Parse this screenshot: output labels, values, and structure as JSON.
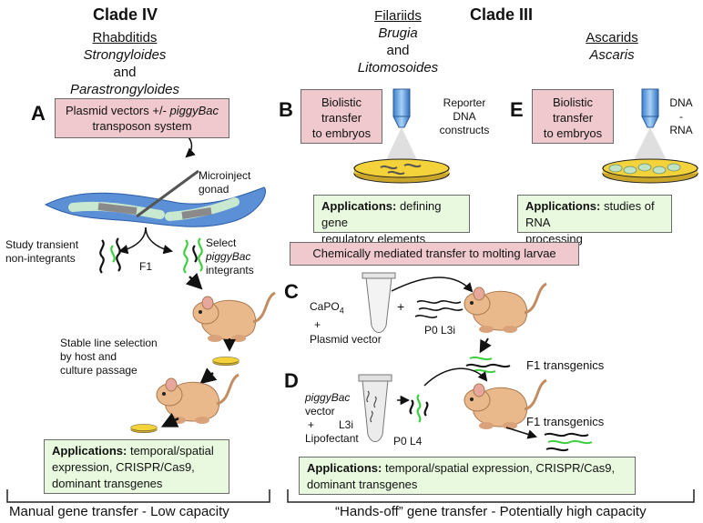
{
  "clade4": {
    "title": "Clade IV",
    "group_name": "Rhabditids",
    "genus1": "Strongyloides",
    "and": "and",
    "genus2": "Parastrongyloides"
  },
  "clade3": {
    "title": "Clade III",
    "filariids": {
      "name": "Filariids",
      "genus1": "Brugia",
      "and": "and",
      "genus2": "Litomosoides"
    },
    "ascarids": {
      "name": "Ascarids",
      "genus": "Ascaris"
    }
  },
  "panel_a": {
    "letter": "A",
    "box_line1_pre": "Plasmid vectors +/- ",
    "box_line1_it": "piggyBac",
    "box_line2": "transposon system",
    "microinject_1": "Microinject",
    "microinject_2": "gonad",
    "study_1": "Study transient",
    "study_2": "non-integrants",
    "f1": "F1",
    "select_1": "Select",
    "select_2": "piggyBac",
    "select_3": "integrants",
    "stable_1": "Stable line selection",
    "stable_2": "by host and",
    "stable_3": "culture passage",
    "app_bold": "Applications:",
    "app_rest1": " temporal/spatial",
    "app_rest2": "expression, CRISPR/Cas9,",
    "app_rest3": "dominant transgenes",
    "footer": "Manual gene transfer - Low capacity"
  },
  "panel_b": {
    "letter": "B",
    "box_1": "Biolistic",
    "box_2": "transfer",
    "box_3": "to embryos",
    "reporter_1": "Reporter",
    "reporter_2": "DNA",
    "reporter_3": "constructs",
    "app_bold": "Applications:",
    "app_rest1": " defining gene",
    "app_rest2": "regulatory elements"
  },
  "panel_e": {
    "letter": "E",
    "box_1": "Biolistic",
    "box_2": "transfer",
    "box_3": "to embryos",
    "dna_1": "DNA",
    "dna_2": "-",
    "dna_3": "RNA",
    "app_bold": "Applications:",
    "app_rest1": " studies of RNA",
    "app_rest2": "processing"
  },
  "chem_banner": "Chemically mediated transfer to molting larvae",
  "panel_c": {
    "letter": "C",
    "cap_main": "CaPO",
    "cap_sub": "4",
    "plus1": "+",
    "plasmid": "Plasmid vector",
    "plus2": "+",
    "p0": "P0 L3i",
    "f1": "F1 transgenics"
  },
  "panel_d": {
    "letter": "D",
    "pb": "piggyBac",
    "vector": "vector",
    "plus": "+",
    "l3i": "L3i",
    "lipo": "Lipofectant",
    "p0": "P0 L4",
    "f1": "F1 transgenics",
    "app_bold": "Applications:",
    "app_rest1": " temporal/spatial expression, CRISPR/Cas9,",
    "app_rest2": "dominant transgenes"
  },
  "footer_right": "“Hands-off” gene transfer - Potentially high capacity",
  "colors": {
    "pink_box": "#efc9cd",
    "green_box": "#e9f9df",
    "worm": "#5b8fd6",
    "dish": "#f3d23a",
    "gerbil": "#e9b98c",
    "transgene_green": "#3ecf3e"
  }
}
